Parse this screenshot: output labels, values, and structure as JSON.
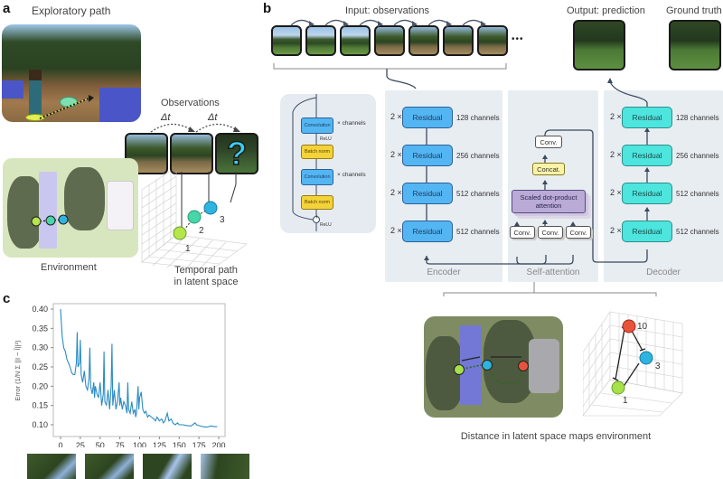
{
  "panel_a": {
    "letter": "a",
    "exploratory_title": "Exploratory path",
    "observations_title": "Observations",
    "delta_t_1": "Δt",
    "delta_t_2": "Δt",
    "unknown_glyph": "?",
    "environment_caption": "Environment",
    "latent_caption_line1": "Temporal path",
    "latent_caption_line2": "in latent space",
    "latent_points": [
      "1",
      "2",
      "3"
    ],
    "point_colors": [
      "#a6e04a",
      "#46d6a8",
      "#2fb4e0"
    ]
  },
  "panel_b": {
    "letter": "b",
    "input_title": "Input: observations",
    "ellipsis": "•••",
    "output_title": "Output: prediction",
    "ground_truth_title": "Ground truth",
    "residual_block": {
      "conv_label_1": "Convolution",
      "relu_1": "ReLU",
      "bn_1": "Batch norm",
      "conv_label_2": "Convolution",
      "bn_2": "Batch norm",
      "relu_2": "ReLU",
      "channels_1": "× channels",
      "channels_2": "× channels",
      "plus": "+"
    },
    "encoder": {
      "label": "Encoder",
      "blocks": [
        {
          "mult": "2 ×",
          "name": "Residual",
          "channels": "128 channels"
        },
        {
          "mult": "2 ×",
          "name": "Residual",
          "channels": "256 channels"
        },
        {
          "mult": "2 ×",
          "name": "Residual",
          "channels": "512 channels"
        },
        {
          "mult": "2 ×",
          "name": "Residual",
          "channels": "512 channels"
        }
      ]
    },
    "self_attention": {
      "label": "Self-attention",
      "conv_top": "Conv.",
      "concat": "Concat.",
      "attention": "Scaled dot-product attention",
      "convs": [
        "Conv.",
        "Conv.",
        "Conv."
      ]
    },
    "decoder": {
      "label": "Decoder",
      "blocks": [
        {
          "mult": "2 ×",
          "name": "Residual",
          "channels": "128 channels"
        },
        {
          "mult": "2 ×",
          "name": "Residual",
          "channels": "256 channels"
        },
        {
          "mult": "2 ×",
          "name": "Residual",
          "channels": "512 channels"
        },
        {
          "mult": "2 ×",
          "name": "Residual",
          "channels": "512 channels"
        }
      ]
    },
    "distance_caption": "Distance in latent space maps environment",
    "distance_points": [
      "1",
      "3",
      "10"
    ],
    "distance_colors": [
      "#a6e04a",
      "#2fb4e0",
      "#e8533b"
    ]
  },
  "panel_c": {
    "letter": "c"
  },
  "chart_data": {
    "type": "line",
    "title": "",
    "xlabel": "",
    "ylabel": "Error (1/N Σ ||I − Î||²)",
    "xlim": [
      0,
      200
    ],
    "ylim": [
      0.08,
      0.41
    ],
    "xticks": [
      "0",
      "25",
      "50",
      "75",
      "100",
      "125",
      "150",
      "175",
      "200"
    ],
    "yticks": [
      "0.40",
      "0.35",
      "0.30",
      "0.25",
      "0.20",
      "0.15",
      "0.10"
    ],
    "grid": false,
    "series": [
      {
        "name": "error",
        "color": "#2a8bc4",
        "x": [
          0,
          2,
          4,
          6,
          8,
          10,
          12,
          14,
          16,
          18,
          20,
          21,
          22,
          24,
          25,
          26,
          28,
          30,
          32,
          34,
          36,
          37,
          38,
          40,
          42,
          43,
          44,
          46,
          48,
          50,
          52,
          54,
          55,
          56,
          58,
          60,
          62,
          64,
          65,
          66,
          68,
          70,
          72,
          74,
          75,
          76,
          78,
          80,
          82,
          84,
          85,
          86,
          88,
          90,
          92,
          94,
          95,
          96,
          98,
          99,
          100,
          102,
          104,
          106,
          108,
          110,
          112,
          115,
          118,
          120,
          122,
          125,
          128,
          130,
          132,
          135,
          137,
          140,
          142,
          145,
          148,
          150,
          155,
          160,
          165,
          170,
          172,
          175,
          180,
          185,
          190,
          195,
          198
        ],
        "y": [
          0.4,
          0.33,
          0.3,
          0.29,
          0.27,
          0.26,
          0.25,
          0.235,
          0.23,
          0.23,
          0.26,
          0.34,
          0.25,
          0.26,
          0.32,
          0.23,
          0.21,
          0.24,
          0.2,
          0.19,
          0.22,
          0.3,
          0.2,
          0.18,
          0.21,
          0.17,
          0.2,
          0.18,
          0.17,
          0.21,
          0.15,
          0.18,
          0.29,
          0.16,
          0.15,
          0.19,
          0.14,
          0.2,
          0.31,
          0.15,
          0.19,
          0.14,
          0.16,
          0.21,
          0.15,
          0.17,
          0.14,
          0.16,
          0.15,
          0.13,
          0.21,
          0.14,
          0.13,
          0.16,
          0.13,
          0.14,
          0.12,
          0.13,
          0.2,
          0.14,
          0.17,
          0.185,
          0.14,
          0.13,
          0.135,
          0.12,
          0.125,
          0.12,
          0.115,
          0.11,
          0.12,
          0.11,
          0.115,
          0.105,
          0.11,
          0.13,
          0.11,
          0.115,
          0.105,
          0.1,
          0.105,
          0.1,
          0.1,
          0.098,
          0.097,
          0.105,
          0.1,
          0.098,
          0.095,
          0.094,
          0.097,
          0.095,
          0.095
        ]
      }
    ]
  }
}
